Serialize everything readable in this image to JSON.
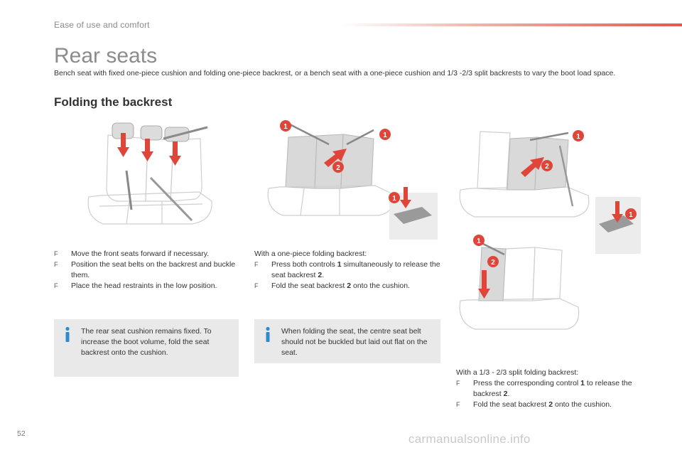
{
  "header": {
    "section": "Ease of use and comfort"
  },
  "page_title": "Rear seats",
  "intro": "Bench seat with fixed one-piece cushion and folding one-piece backrest, or a bench seat with a one-piece cushion and 1/3 -2/3 split backrests to vary the boot load space.",
  "section_title": "Folding the backrest",
  "bullet_glyph": "F",
  "column1": {
    "steps": [
      "Move the front seats forward if necessary.",
      "Position the seat belts on the backrest and buckle them.",
      "Place the head restraints in the low position."
    ],
    "info": "The rear seat cushion remains fixed. To increase the boot volume, fold the seat backrest onto the cushion."
  },
  "column2": {
    "lead": "With a one-piece folding backrest:",
    "step1_pre": "Press both controls ",
    "step1_num": "1",
    "step1_post": " simultaneously to release the seat backrest ",
    "step1_num2": "2",
    "step1_end": ".",
    "step2_pre": "Fold the seat backrest ",
    "step2_num": "2",
    "step2_post": " onto the cushion.",
    "info": "When folding the seat, the centre seat belt should not be buckled but laid out flat on the seat."
  },
  "column3": {
    "lead": "With a 1/3 - 2/3 split folding backrest:",
    "step1_pre": "Press the corresponding control ",
    "step1_num": "1",
    "step1_post": " to release the backrest ",
    "step1_num2": "2",
    "step1_end": ".",
    "step2_pre": "Fold the seat backrest ",
    "step2_num": "2",
    "step2_post": " onto the cushion."
  },
  "callouts": {
    "one": "1",
    "two": "2"
  },
  "page_number": "52",
  "watermark": "carmanualsonline.info",
  "colors": {
    "accent_red": "#e0453a",
    "info_blue": "#2e8bd0",
    "info_bg": "#e9e9ea",
    "title_grey": "#8c8c8c"
  },
  "icons": [
    "info-icon",
    "down-arrow-icon",
    "callout-badge-icon",
    "seat-release-control-icon"
  ]
}
